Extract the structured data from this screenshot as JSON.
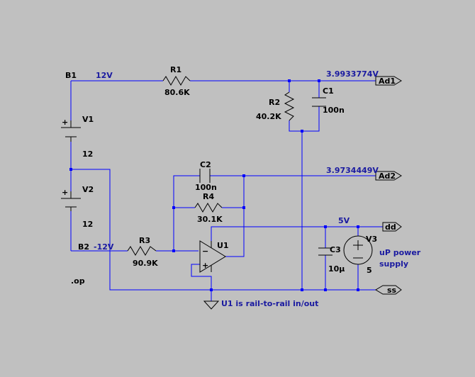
{
  "nets": {
    "b1": "B1",
    "b2": "B2",
    "v12": "12V",
    "vneg12": "-12V",
    "v5": "5V"
  },
  "components": {
    "r1": {
      "name": "R1",
      "value": "80.6K"
    },
    "r2": {
      "name": "R2",
      "value": "40.2K"
    },
    "r3": {
      "name": "R3",
      "value": "90.9K"
    },
    "r4": {
      "name": "R4",
      "value": "30.1K"
    },
    "c1": {
      "name": "C1",
      "value": "100n"
    },
    "c2": {
      "name": "C2",
      "value": "100n"
    },
    "c3": {
      "name": "C3",
      "value": "10µ"
    },
    "v1": {
      "name": "V1",
      "value": "12"
    },
    "v2": {
      "name": "V2",
      "value": "12"
    },
    "v3": {
      "name": "V3",
      "value": "5"
    },
    "u1": {
      "name": "U1"
    }
  },
  "ports": {
    "ad1": "Ad1",
    "ad2": "Ad2",
    "dd": "dd",
    "ss": "ss"
  },
  "readouts": {
    "ad1_voltage": "3.9933774V",
    "ad2_voltage": "3.9734449V"
  },
  "annotations": {
    "supply_line1": "uP power",
    "supply_line2": "supply",
    "op_directive": ".op",
    "rail_note": "U1 is rail-to-rail in/out"
  },
  "colors": {
    "background": "#c0c0c0",
    "wire": "#0000ff",
    "component": "#000000",
    "label_blue": "#1a1aa0"
  }
}
